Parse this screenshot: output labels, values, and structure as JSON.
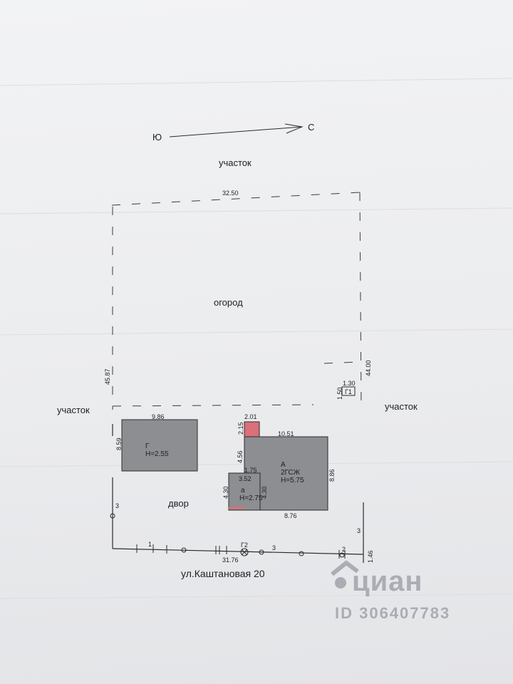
{
  "compass": {
    "left": "Ю",
    "right": "С"
  },
  "labels": {
    "plot_top": "участок",
    "plot_left": "участок",
    "plot_right": "участок",
    "garden": "огород",
    "yard": "двор",
    "street": "ул.Каштановая 20"
  },
  "dimensions": {
    "top": "32.50",
    "left": "45.87",
    "right": "44.00",
    "bottom": "31.76",
    "bottom_right": "1.46"
  },
  "building_g": {
    "letter": "Г",
    "height": "Н=2.55",
    "width": "9.86",
    "depth": "8.59"
  },
  "building_a": {
    "letter": "А",
    "material": "2ГСЖ",
    "height": "Н=5.75",
    "top": "10.51",
    "bottom": "8.76",
    "right": "8.86",
    "left_upper": "4.56",
    "step": "1.75"
  },
  "annex": {
    "width": "2.01",
    "depth": "2.15",
    "color": "#d9707a"
  },
  "porch_a": {
    "letter": "а",
    "height": "Н=2.75",
    "width": "3.52",
    "left": "4.30",
    "right": "4.30"
  },
  "g1": {
    "label": "Г1",
    "width": "1.30",
    "depth": "1.50"
  },
  "gate_g2": "Г2",
  "fence_nums": {
    "n1": "1",
    "n2": "2",
    "n3_left": "3",
    "n3_bottom": "3",
    "n3_right": "3"
  },
  "watermark": {
    "brand": "циан",
    "id": "ID 306407783"
  }
}
